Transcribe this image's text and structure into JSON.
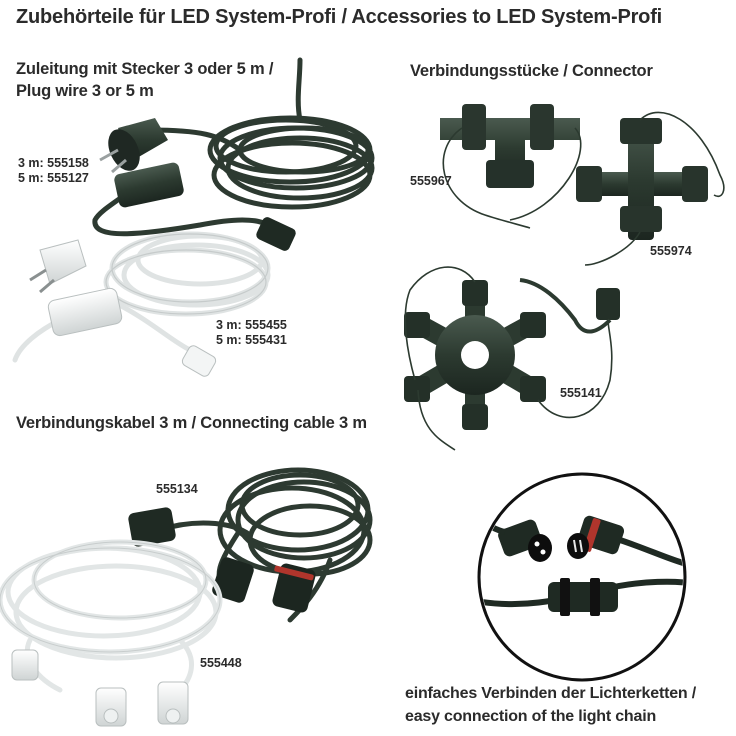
{
  "title": "Zubehörteile für LED System-Profi / Accessories to LED System-Profi",
  "supply_cable": {
    "heading_line1": "Zuleitung mit Stecker 3 oder 5 m /",
    "heading_line2": "Plug wire 3 or 5 m",
    "black_codes": [
      "3 m: 555158",
      "5 m: 555127"
    ],
    "white_codes": [
      "3 m: 555455",
      "5 m: 555431"
    ]
  },
  "connectors": {
    "heading": "Verbindungsstücke / Connector",
    "t_connector_code": "555967",
    "cross_connector_code": "555974",
    "star_connector_code": "555141"
  },
  "connecting_cable": {
    "heading": "Verbindungskabel 3 m / Connecting cable 3 m",
    "black_code": "555134",
    "white_code": "555448"
  },
  "detail": {
    "caption_line1": "einfaches Verbinden der Lichterketten /",
    "caption_line2": "easy connection of the light chain"
  },
  "colors": {
    "dark_green": "#2c3a30",
    "text": "#2b2b2b",
    "white_cable": "#e9ecec"
  }
}
